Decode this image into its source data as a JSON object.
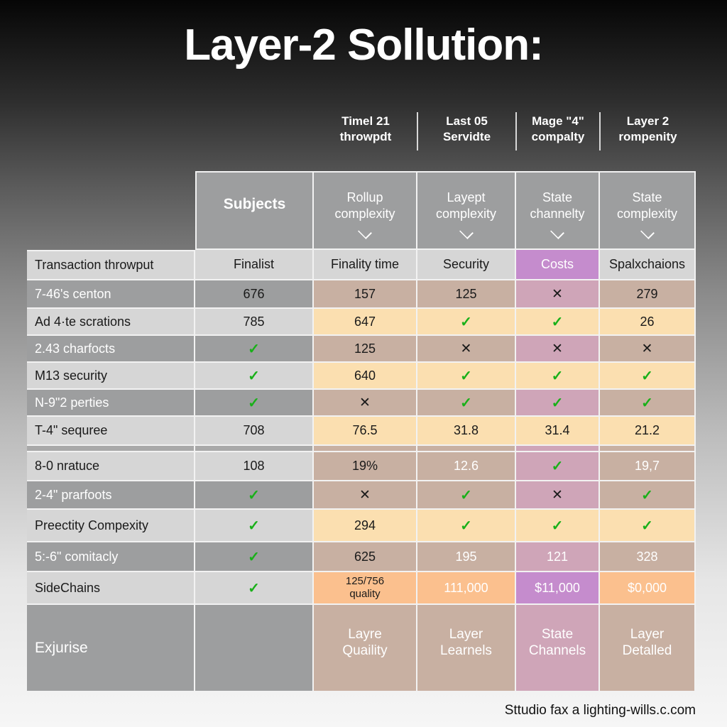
{
  "title": "Layer-2 Sollution:",
  "top_headers": [
    {
      "line1": "Timel 21",
      "line2": "throwpdt"
    },
    {
      "line1": "Last 05",
      "line2": "Servidte"
    },
    {
      "line1": "Mage \"4\"",
      "line2": "compalty"
    },
    {
      "line1": "Layer 2",
      "line2": "rompenity"
    }
  ],
  "column_headers": [
    {
      "label": "Subjects"
    },
    {
      "line1": "Rollup",
      "line2": "complexity",
      "icon": "chevron-down-icon"
    },
    {
      "line1": "Layept",
      "line2": "complexity",
      "icon": "chevron-down-icon"
    },
    {
      "line1": "State",
      "line2": "channelty",
      "icon": "chevron-down-icon"
    },
    {
      "line1": "State",
      "line2": "complexity",
      "icon": "chevron-down-icon"
    }
  ],
  "subheader_row": [
    "Transaction throwput",
    "Finalist",
    "Finality time",
    "Security",
    "Costs",
    "Spalxchaions"
  ],
  "rows": [
    {
      "label": "7-46's centon",
      "cells": [
        "676",
        "157",
        "125",
        "✕",
        "279"
      ]
    },
    {
      "label": "Ad 4·te scrations",
      "cells": [
        "785",
        "647",
        "✓",
        "✓",
        "26"
      ]
    },
    {
      "label": "2.43 charfocts",
      "cells": [
        "✓",
        "125",
        "✕",
        "✕",
        "✕"
      ]
    },
    {
      "label": "M13 security",
      "cells": [
        "✓",
        "640",
        "✓",
        "✓",
        "✓"
      ]
    },
    {
      "label": "N-9\"2 perties",
      "cells": [
        "✓",
        "✕",
        "✓",
        "✓",
        "✓"
      ]
    },
    {
      "label": "T-4\" sequree",
      "cells": [
        "708",
        "76.5",
        "31.8",
        "31.4",
        "21.2"
      ]
    },
    {
      "label": "8-0 nratuce",
      "cells": [
        "108",
        "19%",
        "12.6",
        "✓",
        "19,7"
      ]
    },
    {
      "label": "2-4\" prarfoots",
      "cells": [
        "✓",
        "✕",
        "✓",
        "✕",
        "✓"
      ]
    },
    {
      "label": "Preectity Compexity",
      "cells": [
        "✓",
        "294",
        "✓",
        "✓",
        "✓"
      ]
    },
    {
      "label": "5:-6\" comitacly",
      "cells": [
        "✓",
        "625",
        "195",
        "121",
        "328"
      ]
    },
    {
      "label": "SideChains",
      "cells": [
        "✓",
        "125/756 quality",
        "111,000",
        "$11,000",
        "$0,000"
      ]
    }
  ],
  "final_row": {
    "label": "Exjurise",
    "cells": [
      "",
      "Layre Quaility",
      "Layer Learnels",
      "State Channels",
      "Layer Detalled"
    ]
  },
  "footer": "Sttudio fax a lighting-wills.c.com",
  "colors": {
    "light_gray": "#d6d6d6",
    "dark_gray": "#9d9e9f",
    "brown": "#c8b0a2",
    "peach": "#fbdfb0",
    "pink": "#cfa5b8",
    "purple": "#c58ccd",
    "orange": "#fbc08e",
    "check_green": "#19b019"
  }
}
